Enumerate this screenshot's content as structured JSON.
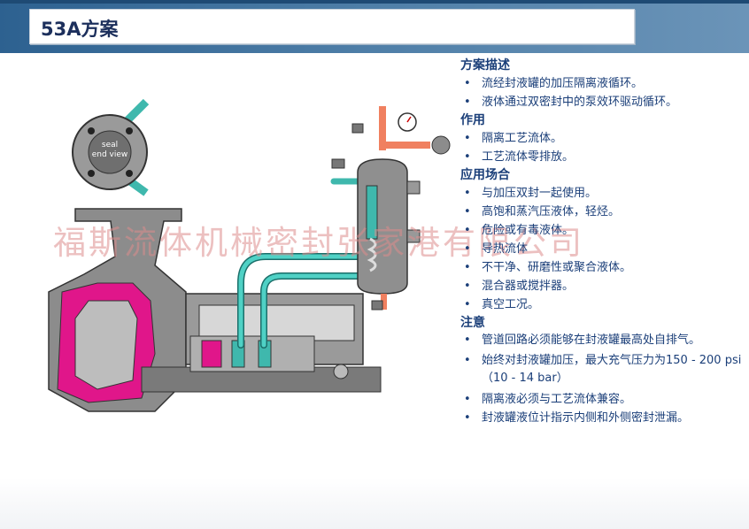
{
  "header": {
    "title": "53A方案"
  },
  "watermark": "福斯流体机械密封张家港有限公司",
  "diagram": {
    "seal_label_1": "seal",
    "seal_label_2": "end view"
  },
  "sections": [
    {
      "heading": "方案描述",
      "items": [
        "流经封液罐的加压隔离液循环。",
        "液体通过双密封中的泵效环驱动循环。"
      ]
    },
    {
      "heading": "作用",
      "items": [
        "隔离工艺流体。",
        "工艺流体零排放。"
      ]
    },
    {
      "heading": "应用场合",
      "items": [
        "与加压双封一起使用。",
        "高饱和蒸汽压液体，轻烃。",
        "危险或有毒液体。",
        "导热流体",
        "不干净、研磨性或聚合液体。",
        "混合器或搅拌器。",
        "真空工况。"
      ]
    },
    {
      "heading": "注意",
      "items": [
        "管道回路必须能够在封液罐最高处自排气。",
        "始终对封液罐加压，最大充气压力为150 - 200 psi（10 - 14 bar）",
        "隔离液必须与工艺流体兼容。",
        "封液罐液位计指示内侧和外侧密封泄漏。"
      ]
    }
  ],
  "bullet": "•"
}
